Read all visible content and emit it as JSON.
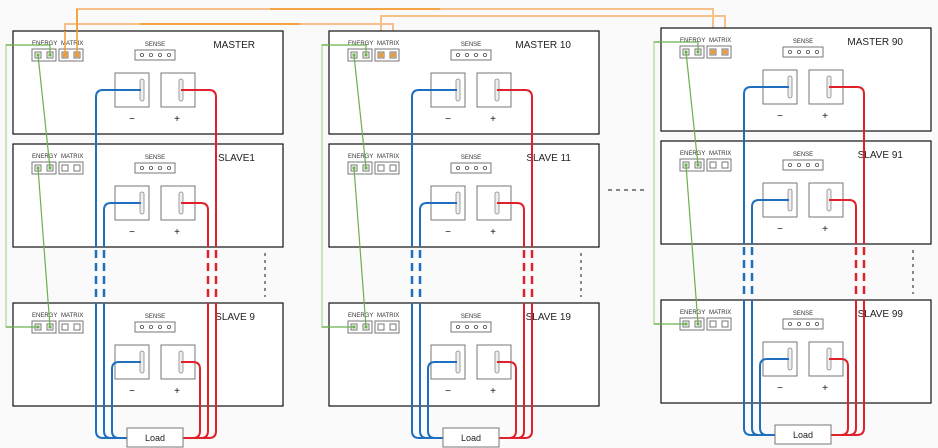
{
  "diagram": {
    "title": "Master/Slave parallel battery wiring",
    "labels": {
      "energy": "ENERGY",
      "matrix": "MATRIX",
      "sense": "SENSE",
      "minus": "−",
      "plus": "+",
      "load": "Load"
    },
    "colors": {
      "background": "#fafafa",
      "box_border": "#111111",
      "terminal_border": "#777777",
      "negative_wire": "#1f6fbf",
      "positive_wire": "#e0202a",
      "energy_wire": "#6ab04c",
      "energy_wire_light": "#b9dca6",
      "matrix_wire": "#f39a2a",
      "matrix_wire_light": "#f7c08a",
      "ellipsis": "#888888"
    },
    "groups": [
      {
        "id": "group-1",
        "units": [
          {
            "name": "MASTER",
            "role": "master"
          },
          {
            "name": "SLAVE1",
            "role": "slave"
          },
          {
            "name": "SLAVE 9",
            "role": "slave"
          }
        ]
      },
      {
        "id": "group-2",
        "units": [
          {
            "name": "MASTER 10",
            "role": "master"
          },
          {
            "name": "SLAVE 11",
            "role": "slave"
          },
          {
            "name": "SLAVE 19",
            "role": "slave"
          }
        ]
      },
      {
        "id": "group-3",
        "units": [
          {
            "name": "MASTER 90",
            "role": "master"
          },
          {
            "name": "SLAVE 91",
            "role": "slave"
          },
          {
            "name": "SLAVE 99",
            "role": "slave"
          }
        ]
      }
    ],
    "matrix_links": [
      {
        "from": "MASTER",
        "to": "MASTER 10"
      },
      {
        "from": "MASTER",
        "to": "MASTER 90"
      },
      {
        "from": "MASTER 10",
        "to": "MASTER 90"
      }
    ]
  }
}
